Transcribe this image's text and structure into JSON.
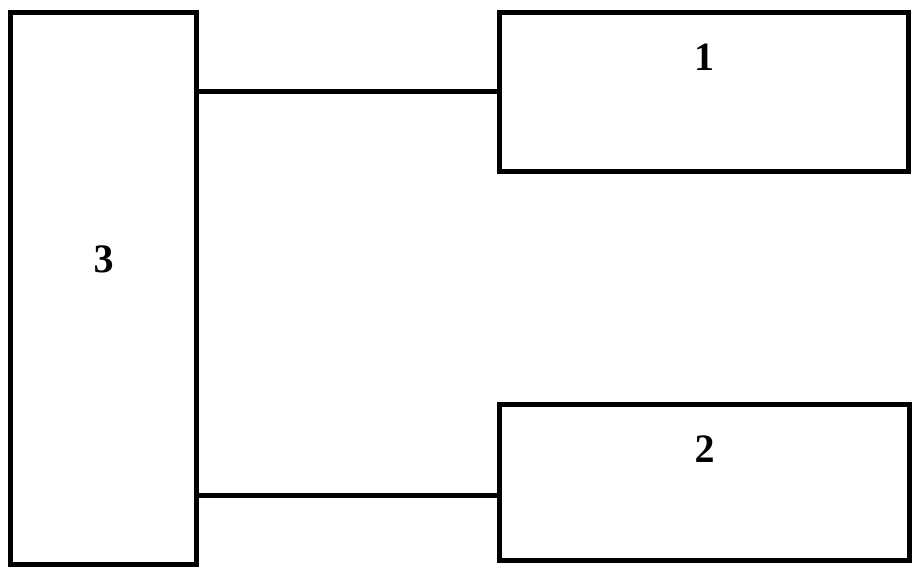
{
  "diagram": {
    "background": "#ffffff",
    "line_color": "#000000",
    "blocks": [
      {
        "id": "1",
        "label": "1",
        "position": "top-right"
      },
      {
        "id": "2",
        "label": "2",
        "position": "bottom-right"
      },
      {
        "id": "3",
        "label": "3",
        "position": "left"
      }
    ],
    "connectors": [
      {
        "from": "3",
        "to": "1"
      },
      {
        "from": "3",
        "to": "2"
      }
    ]
  }
}
